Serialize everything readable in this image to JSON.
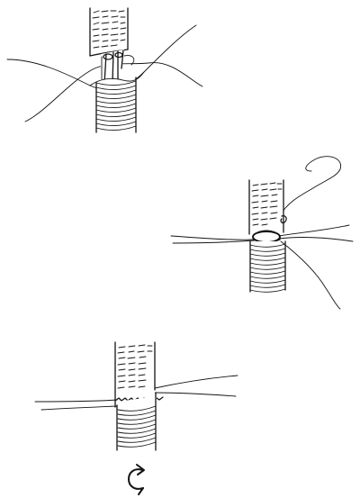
{
  "illustration": {
    "panels": [
      {
        "id": "step-1"
      },
      {
        "id": "step-2"
      },
      {
        "id": "step-3"
      }
    ],
    "rotation_icon": "rotate-arrow-icon",
    "colors": {
      "ink": "#141414",
      "background": "#ffffff"
    }
  }
}
